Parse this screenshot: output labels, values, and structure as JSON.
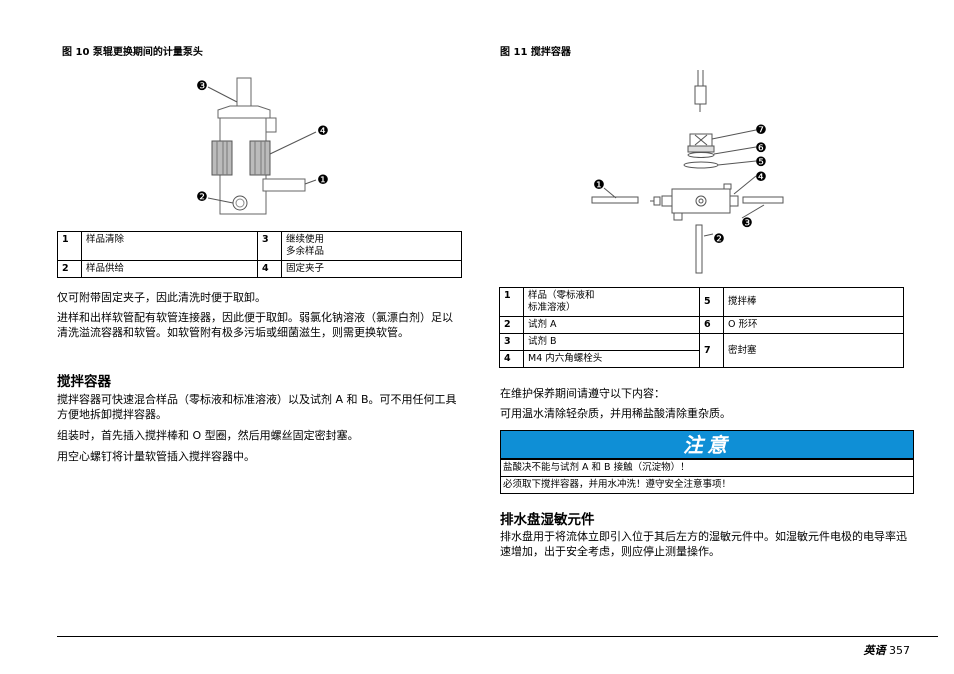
{
  "fig10": {
    "title": "图 10 泵辊更换期间的计量泵头",
    "callouts": [
      "❸",
      "❹",
      "❶",
      "❷"
    ],
    "legend": [
      {
        "n1": "1",
        "t1": "样品清除",
        "n2": "3",
        "t2a": "继续使用",
        "t2b": "多余样品"
      },
      {
        "n1": "2",
        "t1": "样品供给",
        "n2": "4",
        "t2a": "固定夹子",
        "t2b": ""
      }
    ]
  },
  "fig11": {
    "title": "图 11 搅拌容器",
    "callouts": [
      "❼",
      "❻",
      "❺",
      "❹",
      "❶",
      "❸",
      "❷"
    ],
    "legend": [
      {
        "n1": "1",
        "t1a": "样品（零标液和",
        "t1b": "标准溶液）",
        "n2": "5",
        "t2": "搅拌棒"
      },
      {
        "n1": "2",
        "t1": "试剂 A",
        "n2": "6",
        "t2": "O 形环"
      },
      {
        "n1": "3",
        "t1": "试剂 B",
        "n2": "7",
        "t2": "密封塞"
      },
      {
        "n1": "4",
        "t1": "M4 内六角螺栓头"
      }
    ]
  },
  "left": {
    "p1": "仅可附带固定夹子，因此清洗时便于取卸。",
    "p2": "进样和出样软管配有软管连接器，因此便于取卸。弱氯化钠溶液（氯漂白剂）足以清洗溢流容器和软管。如软管附有极多污垢或细菌滋生，则需更换软管。",
    "heading": "搅拌容器",
    "p3": "搅拌容器可快速混合样品（零标液和标准溶液）以及试剂 A 和 B。可不用任何工具方便地拆卸搅拌容器。",
    "p4": "组装时，首先插入搅拌棒和 O 型圈，然后用螺丝固定密封塞。",
    "p5": "用空心螺钉将计量软管插入搅拌容器中。"
  },
  "right": {
    "p1": "在维护保养期间请遵守以下内容：",
    "p2": "可用温水清除轻杂质，并用稀盐酸清除重杂质。",
    "caution": {
      "title": "注意",
      "line1": "盐酸决不能与试剂 A 和 B 接触（沉淀物）！",
      "line2": "必须取下搅拌容器，并用水冲洗！遵守安全注意事项！",
      "color": "#0f8fd6"
    },
    "heading": "排水盘湿敏元件",
    "p3": "排水盘用于将流体立即引入位于其后左方的湿敏元件中。如湿敏元件电极的电导率迅速增加，出于安全考虑，则应停止测量操作。"
  },
  "footer": {
    "lang": "英语",
    "page": "357"
  }
}
